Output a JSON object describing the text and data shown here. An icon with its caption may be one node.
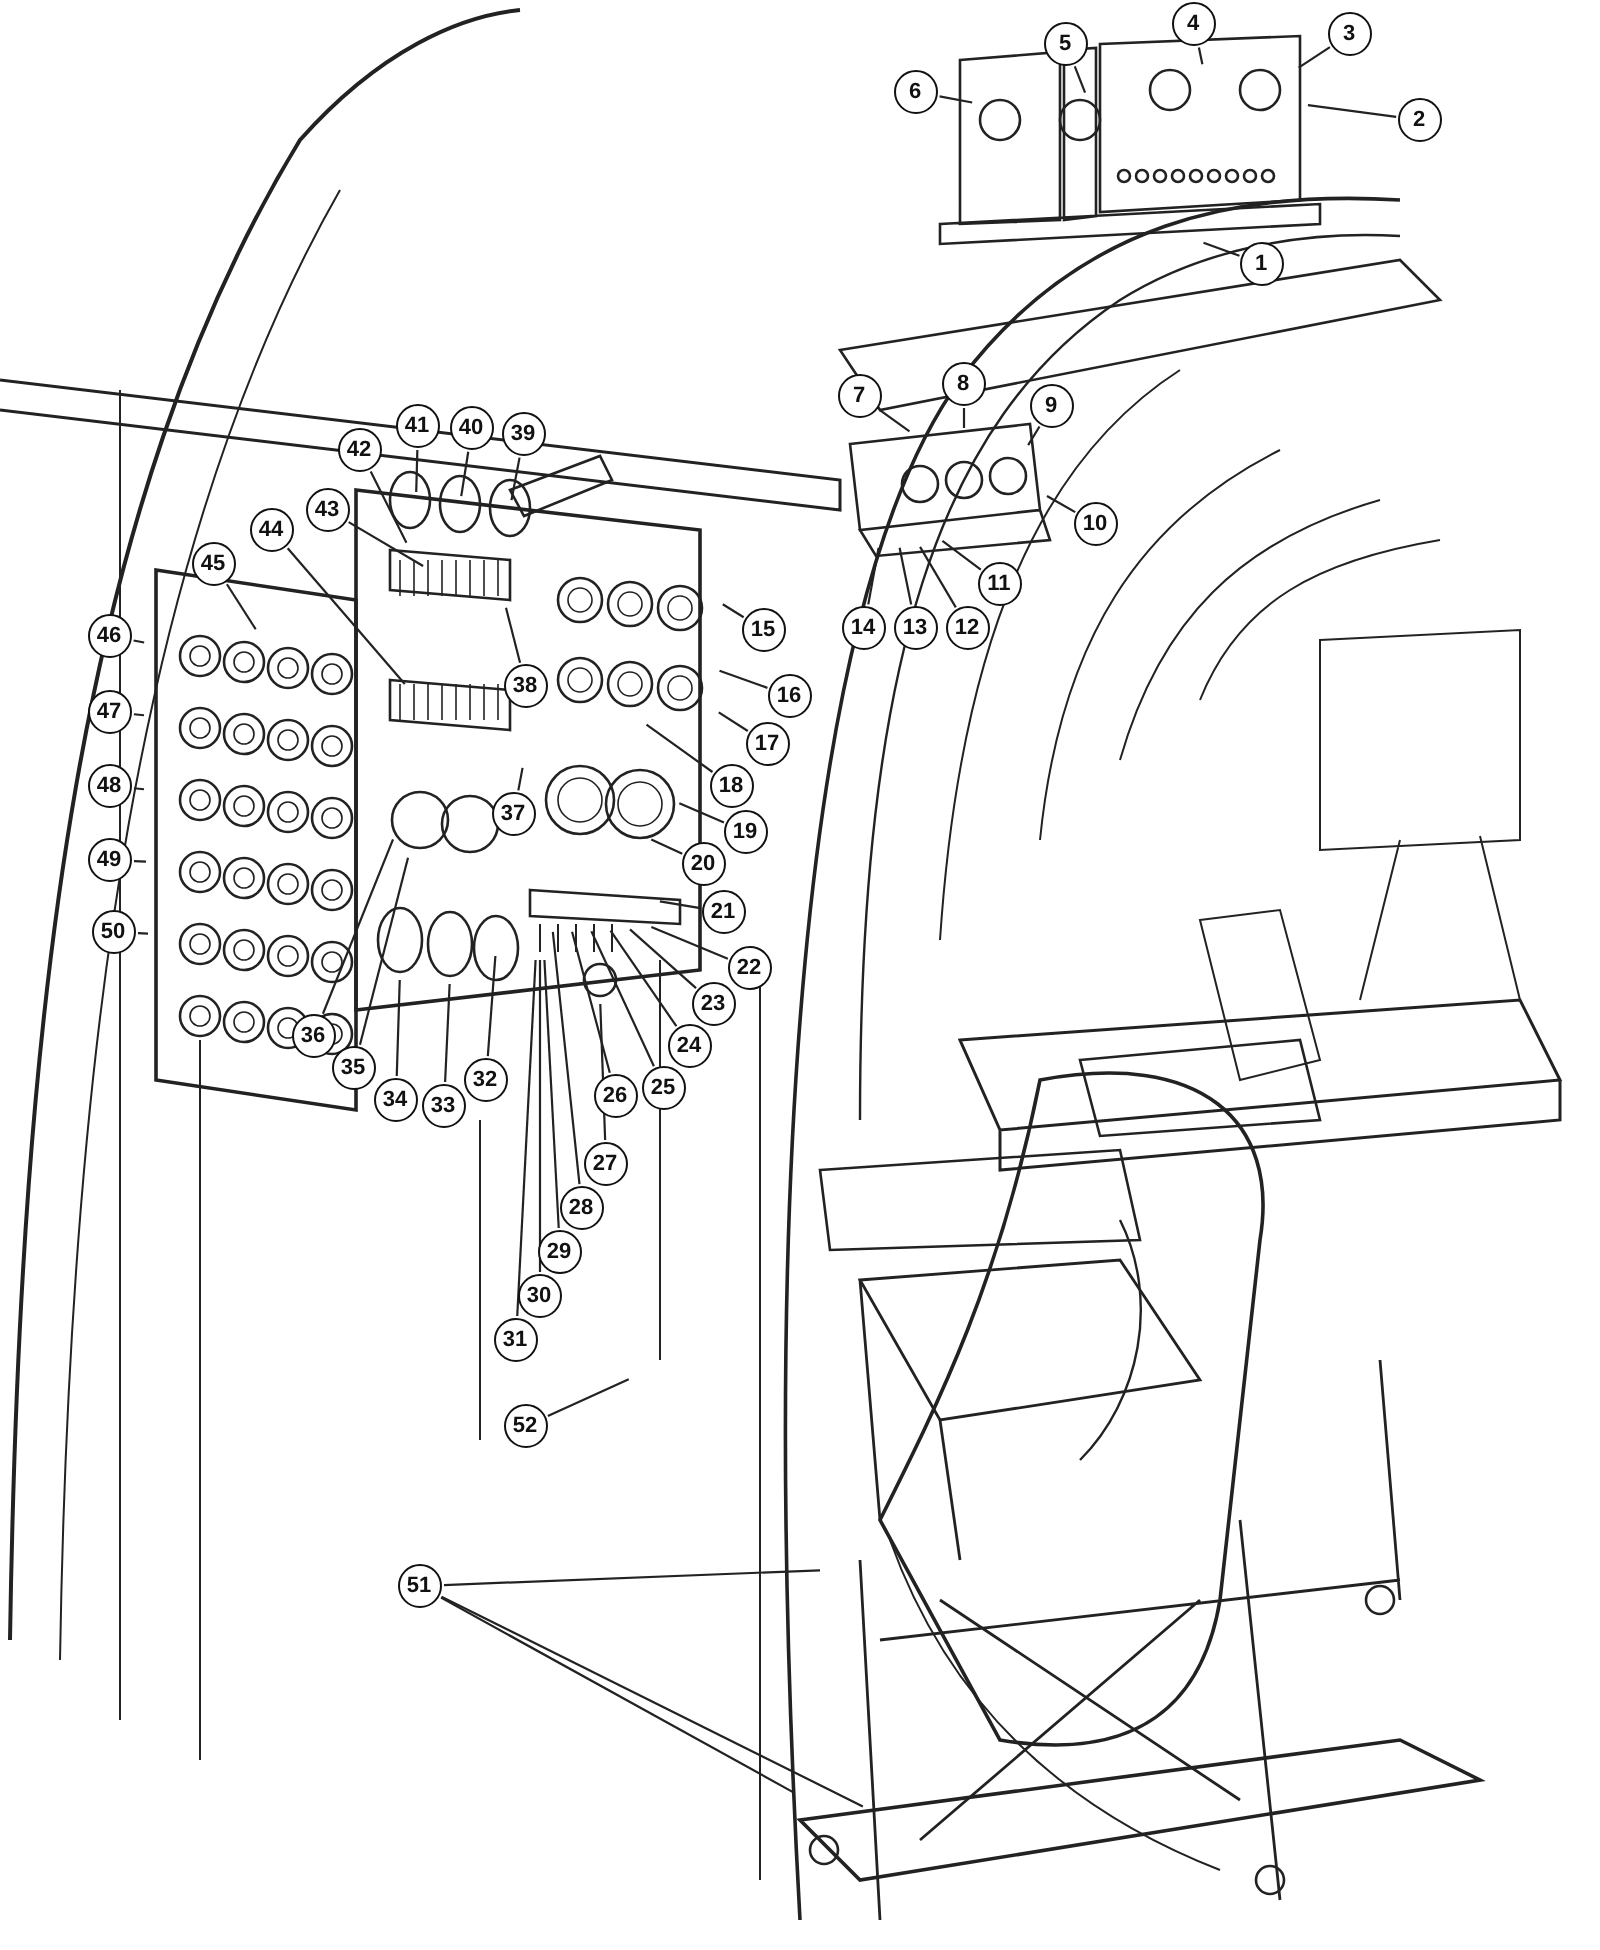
{
  "diagram": {
    "nodes": [
      {
        "text": [
          "1"
        ]
      },
      {
        "text": [
          "2"
        ]
      },
      {
        "text": [
          "3"
        ]
      },
      {
        "text": [
          "4"
        ]
      },
      {
        "text": [
          "5"
        ]
      },
      {
        "text": [
          "6"
        ]
      },
      {
        "text": [
          "7"
        ]
      },
      {
        "text": [
          "8"
        ]
      },
      {
        "text": [
          "9"
        ]
      },
      {
        "text": [
          "10"
        ]
      },
      {
        "text": [
          "11"
        ]
      },
      {
        "text": [
          "12"
        ]
      },
      {
        "text": [
          "13"
        ]
      },
      {
        "text": [
          "14"
        ]
      },
      {
        "text": [
          "15"
        ]
      },
      {
        "text": [
          "16"
        ]
      },
      {
        "text": [
          "17"
        ]
      },
      {
        "text": [
          "18"
        ]
      },
      {
        "text": [
          "19"
        ]
      },
      {
        "text": [
          "20"
        ]
      },
      {
        "text": [
          "21"
        ]
      },
      {
        "text": [
          "22"
        ]
      },
      {
        "text": [
          "23"
        ]
      },
      {
        "text": [
          "24"
        ]
      },
      {
        "text": [
          "25"
        ]
      },
      {
        "text": [
          "26"
        ]
      },
      {
        "text": [
          "27"
        ]
      },
      {
        "text": [
          "28"
        ]
      },
      {
        "text": [
          "29"
        ]
      },
      {
        "text": [
          "30"
        ]
      },
      {
        "text": [
          "31"
        ]
      },
      {
        "text": [
          "32"
        ]
      },
      {
        "text": [
          "33"
        ]
      },
      {
        "text": [
          "34"
        ]
      },
      {
        "text": [
          "35"
        ]
      },
      {
        "text": [
          "36"
        ]
      },
      {
        "text": [
          "37"
        ]
      },
      {
        "text": [
          "38"
        ]
      },
      {
        "text": [
          "39"
        ]
      },
      {
        "text": [
          "40"
        ]
      },
      {
        "text": [
          "41"
        ]
      },
      {
        "text": [
          "42"
        ]
      },
      {
        "text": [
          "43"
        ]
      },
      {
        "text": [
          "44"
        ]
      },
      {
        "text": [
          "45"
        ]
      },
      {
        "text": [
          "46"
        ]
      },
      {
        "text": [
          "47"
        ]
      },
      {
        "text": [
          "48"
        ]
      },
      {
        "text": [
          "49"
        ]
      },
      {
        "text": [
          "50"
        ]
      },
      {
        "text": [
          "51"
        ]
      },
      {
        "text": [
          "52"
        ]
      }
    ],
    "edges": [
      {
        "from": 0,
        "to": null,
        "arrow": "none"
      },
      {
        "from": 1,
        "to": null,
        "arrow": "none"
      },
      {
        "from": 2,
        "to": null,
        "arrow": "none"
      },
      {
        "from": 3,
        "to": null,
        "arrow": "none"
      },
      {
        "from": 4,
        "to": null,
        "arrow": "none"
      },
      {
        "from": 5,
        "to": null,
        "arrow": "none"
      },
      {
        "from": 6,
        "to": null,
        "arrow": "none"
      },
      {
        "from": 7,
        "to": null,
        "arrow": "none"
      },
      {
        "from": 8,
        "to": null,
        "arrow": "none"
      },
      {
        "from": 9,
        "to": null,
        "arrow": "none"
      },
      {
        "from": 10,
        "to": null,
        "arrow": "none"
      },
      {
        "from": 11,
        "to": null,
        "arrow": "none"
      },
      {
        "from": 12,
        "to": null,
        "arrow": "none"
      },
      {
        "from": 13,
        "to": null,
        "arrow": "none"
      },
      {
        "from": 14,
        "to": null,
        "arrow": "none"
      },
      {
        "from": 15,
        "to": null,
        "arrow": "none"
      },
      {
        "from": 16,
        "to": null,
        "arrow": "none"
      },
      {
        "from": 17,
        "to": null,
        "arrow": "none"
      },
      {
        "from": 18,
        "to": null,
        "arrow": "none"
      },
      {
        "from": 19,
        "to": null,
        "arrow": "none"
      },
      {
        "from": 20,
        "to": null,
        "arrow": "none"
      },
      {
        "from": 21,
        "to": null,
        "arrow": "none"
      },
      {
        "from": 22,
        "to": null,
        "arrow": "none"
      },
      {
        "from": 23,
        "to": null,
        "arrow": "none"
      },
      {
        "from": 24,
        "to": null,
        "arrow": "none"
      },
      {
        "from": 25,
        "to": null,
        "arrow": "none"
      },
      {
        "from": 26,
        "to": null,
        "arrow": "none"
      },
      {
        "from": 27,
        "to": null,
        "arrow": "none"
      },
      {
        "from": 28,
        "to": null,
        "arrow": "none"
      },
      {
        "from": 29,
        "to": null,
        "arrow": "none"
      },
      {
        "from": 30,
        "to": null,
        "arrow": "none"
      },
      {
        "from": 31,
        "to": null,
        "arrow": "none"
      },
      {
        "from": 32,
        "to": null,
        "arrow": "none"
      },
      {
        "from": 33,
        "to": null,
        "arrow": "none"
      },
      {
        "from": 34,
        "to": null,
        "arrow": "none"
      },
      {
        "from": 35,
        "to": null,
        "arrow": "none"
      },
      {
        "from": 36,
        "to": null,
        "arrow": "none"
      },
      {
        "from": 37,
        "to": null,
        "arrow": "none"
      },
      {
        "from": 38,
        "to": null,
        "arrow": "none"
      },
      {
        "from": 39,
        "to": null,
        "arrow": "none"
      },
      {
        "from": 40,
        "to": null,
        "arrow": "none"
      },
      {
        "from": 41,
        "to": null,
        "arrow": "none"
      },
      {
        "from": 42,
        "to": null,
        "arrow": "none"
      },
      {
        "from": 43,
        "to": null,
        "arrow": "none"
      },
      {
        "from": 44,
        "to": null,
        "arrow": "none"
      },
      {
        "from": 45,
        "to": null,
        "arrow": "none"
      },
      {
        "from": 46,
        "to": null,
        "arrow": "none"
      },
      {
        "from": 47,
        "to": null,
        "arrow": "none"
      },
      {
        "from": 48,
        "to": null,
        "arrow": "none"
      },
      {
        "from": 49,
        "to": null,
        "arrow": "none"
      },
      {
        "from": 50,
        "to": null,
        "arrow": "none"
      },
      {
        "from": 50,
        "to": null,
        "arrow": "none"
      },
      {
        "from": 50,
        "to": null,
        "arrow": "none"
      },
      {
        "from": 51,
        "to": null,
        "arrow": "none"
      }
    ]
  }
}
